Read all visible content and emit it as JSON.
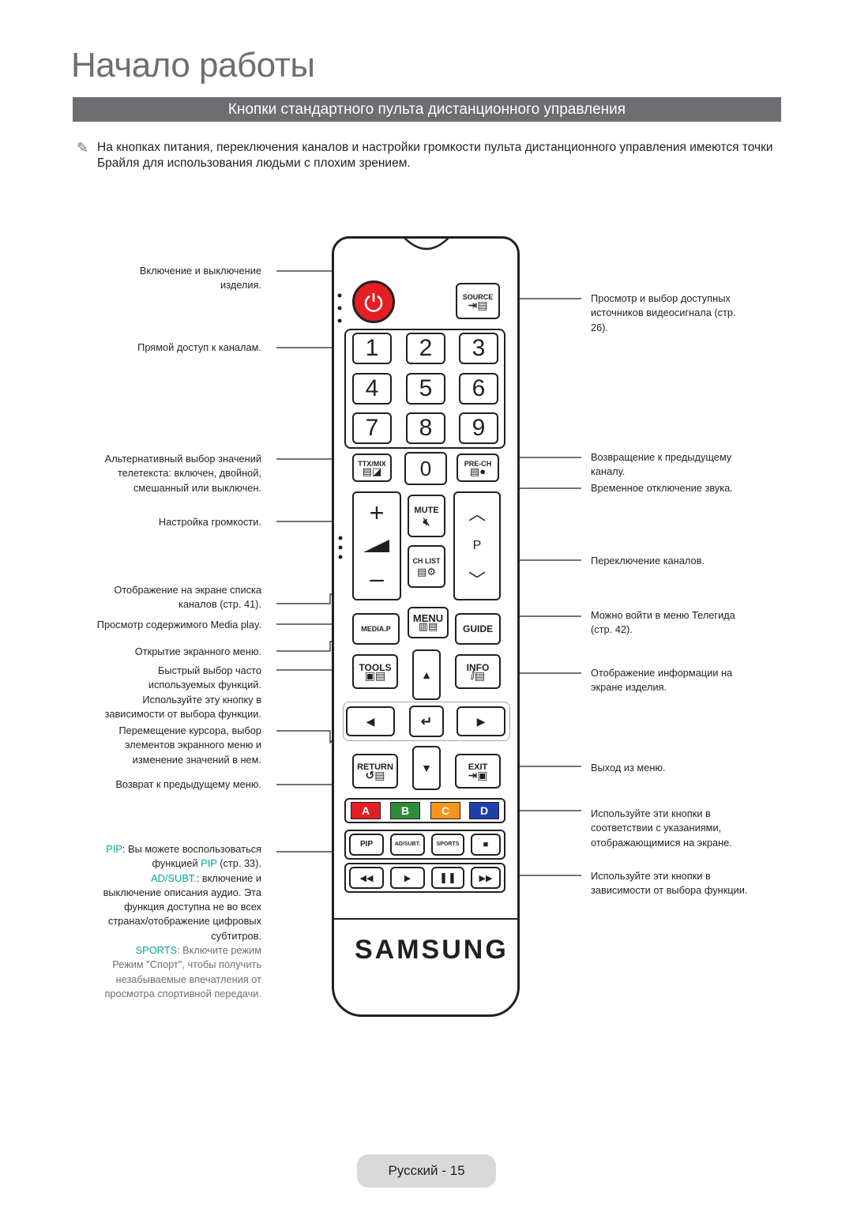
{
  "page": {
    "title": "Начало работы",
    "section_title": "Кнопки стандартного пульта дистанционного управления",
    "note_icon": "pencil-icon",
    "note": "На кнопках питания, переключения каналов и настройки громкости пульта дистанционного управления имеются точки Брайля для использования людьми с плохим зрением.",
    "page_number": "Русский - 15"
  },
  "left_labels": {
    "power": [
      "Включение и выключение",
      "изделия."
    ],
    "numbers": [
      "Прямой доступ к каналам."
    ],
    "ttx": [
      "Альтернативный выбор значений",
      "телетекста: включен, двойной,",
      "смешанный или выключен."
    ],
    "volume": [
      "Настройка громкости."
    ],
    "chlist": [
      "Отображение на экране списка",
      "каналов (стр. 41)."
    ],
    "media": [
      "Просмотр содержимого Media play."
    ],
    "menu": [
      "Открытие экранного меню."
    ],
    "tools": [
      "Быстрый выбор часто",
      "используемых функций.",
      "Используйте эту кнопку в",
      "зависимости от выбора функции."
    ],
    "cursor": [
      "Перемещение курсора, выбор",
      "элементов экранного меню и",
      "изменение значений в нем."
    ],
    "return": [
      "Возврат к предыдущему меню."
    ],
    "pip_prefix": "PIP",
    "pip_a": ": Вы можете воспользоваться",
    "pip_b": "функцией ",
    "pip_c": "PIP",
    "pip_d": " (стр. 33).",
    "adsubt_prefix": "AD/SUBT.",
    "adsubt_lines": [
      ": включение и",
      "выключение описания аудио. Эта",
      "функция доступна не во всех",
      "странах/отображение цифровых",
      "субтитров."
    ],
    "sports_prefix": "SPORTS",
    "sports_a": ": Включите режим",
    "sports_lines": [
      "Режим \"Спорт\", чтобы получить",
      "незабываемые впечатления от",
      "просмотра спортивной передачи."
    ]
  },
  "right_labels": {
    "source": [
      "Просмотр и выбор доступных",
      "источников видеосигнала (стр.",
      "26)."
    ],
    "prech": [
      "Возвращение к предыдущему",
      "каналу."
    ],
    "mute": [
      "Временное отключение звука."
    ],
    "channel": [
      "Переключение каналов."
    ],
    "guide": [
      "Можно войти в меню Телегида",
      "(стр. 42)."
    ],
    "info": [
      "Отображение информации на",
      "экране изделия."
    ],
    "exit": [
      "Выход из меню."
    ],
    "color": [
      "Используйте эти кнопки в",
      "соответствии с указаниями,",
      "отображающимися на экране."
    ],
    "playback": [
      "Используйте эти кнопки в",
      "зависимости от выбора функции."
    ]
  },
  "remote": {
    "source": "SOURCE",
    "digits": [
      "1",
      "2",
      "3",
      "4",
      "5",
      "6",
      "7",
      "8",
      "9",
      "0"
    ],
    "ttx": "TTX/MIX",
    "prech": "PRE-CH",
    "mute": "MUTE",
    "chlist": "CH LIST",
    "p": "P",
    "media": "MEDIA.P",
    "menu": "MENU",
    "guide": "GUIDE",
    "tools": "TOOLS",
    "info": "INFO",
    "return": "RETURN",
    "exit": "EXIT",
    "colors": [
      "A",
      "B",
      "C",
      "D"
    ],
    "color_hex": [
      "#e31e24",
      "#2e8b3a",
      "#f7941d",
      "#1f3fae"
    ],
    "pip": "PIP",
    "adsubt": "AD/SUBT.",
    "sports": "SPORTS",
    "brand": "SAMSUNG"
  }
}
